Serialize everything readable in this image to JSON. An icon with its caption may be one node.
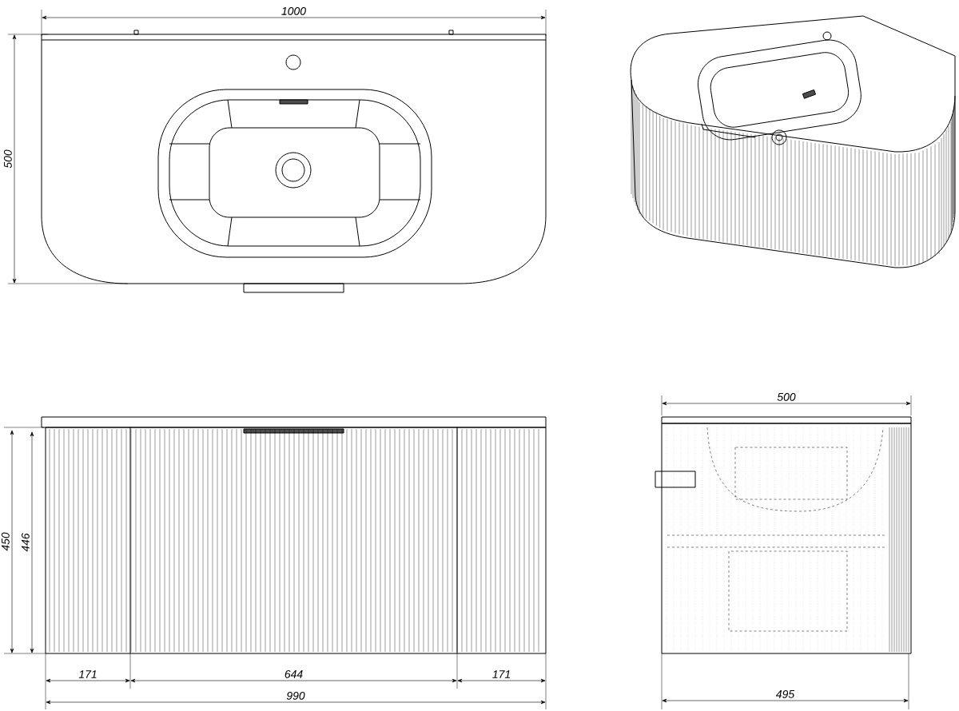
{
  "diagram": {
    "labels": [
      "1000",
      "500",
      "500",
      "450",
      "446",
      "171",
      "644",
      "171",
      "990",
      "495"
    ]
  }
}
